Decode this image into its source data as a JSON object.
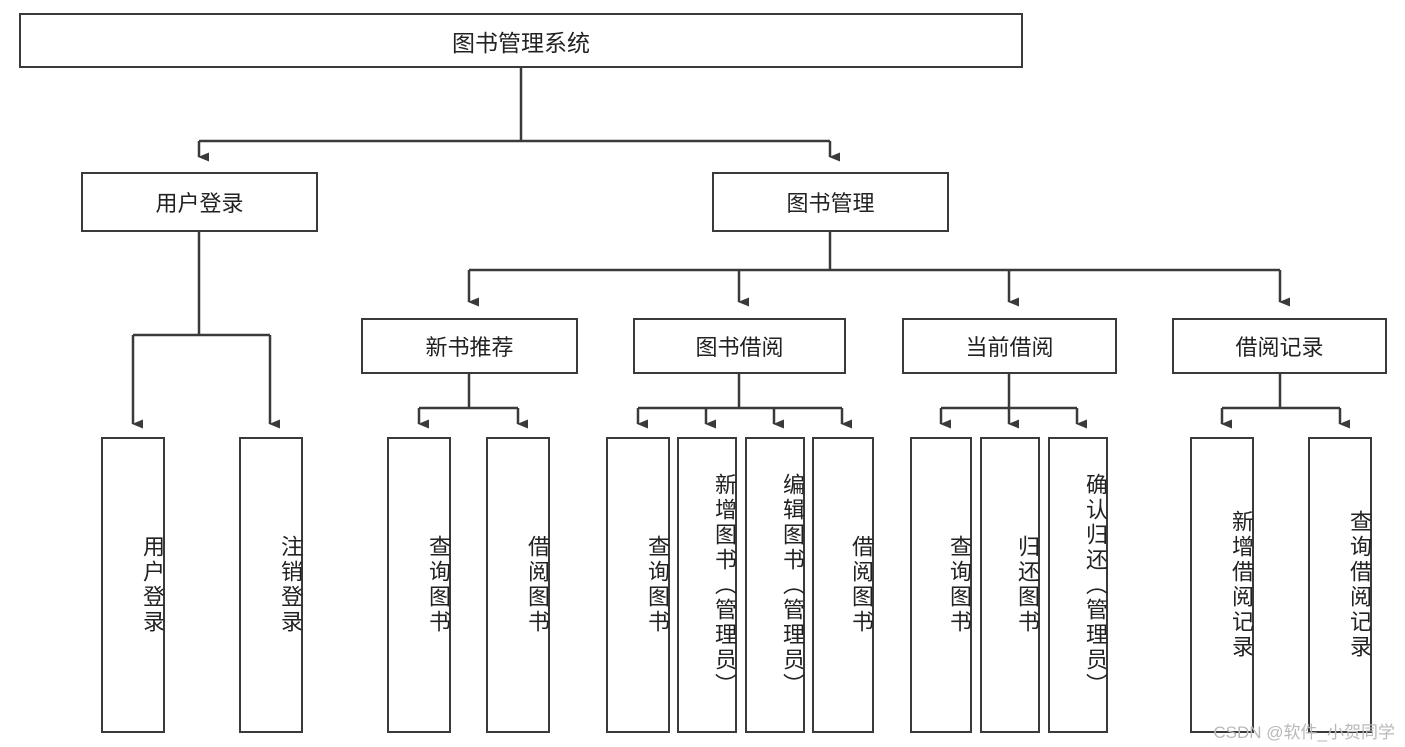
{
  "diagram": {
    "title": "图书管理系统",
    "type": "tree-hierarchy-diagram",
    "colors": {
      "box_border": "#3a3a3a",
      "box_fill": "#ffffff",
      "edge": "#3a3a3a",
      "text": "#222222",
      "watermark": "#b9b9b9",
      "background": "#ffffff"
    },
    "root": {
      "label": "图书管理系统"
    },
    "level2": [
      {
        "label": "用户登录"
      },
      {
        "label": "图书管理"
      }
    ],
    "level3": [
      {
        "label": "新书推荐"
      },
      {
        "label": "图书借阅"
      },
      {
        "label": "当前借阅"
      },
      {
        "label": "借阅记录"
      }
    ],
    "leaves": {
      "user_login": [
        {
          "label": "用户登录"
        },
        {
          "label": "注销登录"
        }
      ],
      "new_book_recommend": [
        {
          "label": "查询图书"
        },
        {
          "label": "借阅图书"
        }
      ],
      "book_borrow": [
        {
          "label": "查询图书"
        },
        {
          "label": "新增图书（管理员）"
        },
        {
          "label": "编辑图书（管理员）"
        },
        {
          "label": "借阅图书"
        }
      ],
      "current_borrow": [
        {
          "label": "查询图书"
        },
        {
          "label": "归还图书"
        },
        {
          "label": "确认归还（管理员）"
        }
      ],
      "borrow_record": [
        {
          "label": "新增借阅记录"
        },
        {
          "label": "查询借阅记录"
        }
      ]
    }
  },
  "watermark": {
    "text": "CSDN @软件_小贺同学"
  }
}
